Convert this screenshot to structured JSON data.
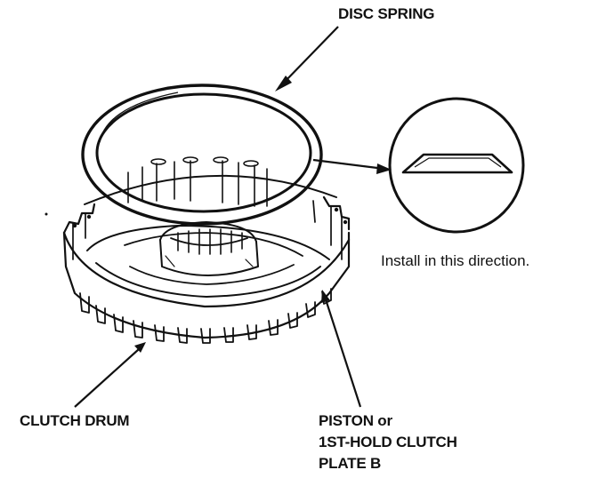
{
  "labels": {
    "disc_spring": "DISC SPRING",
    "install_note": "Install in this direction.",
    "clutch_drum": "CLUTCH DRUM",
    "piston_line1": "PISTON or",
    "piston_line2": "1ST-HOLD CLUTCH",
    "piston_line3": "PLATE B"
  },
  "colors": {
    "ink": "#111111",
    "paper": "#ffffff"
  }
}
